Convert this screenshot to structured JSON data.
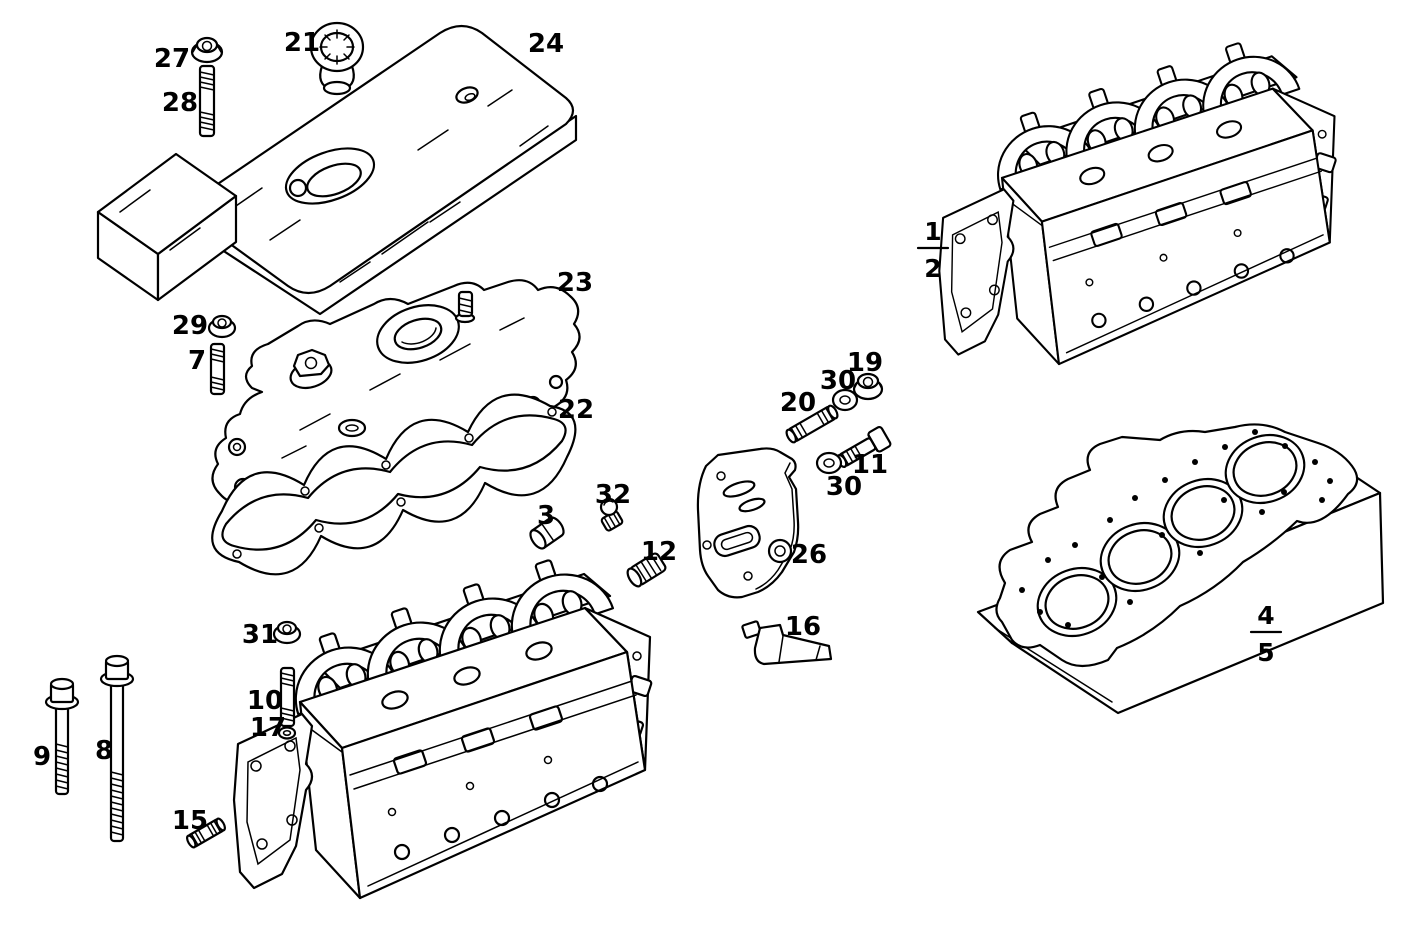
{
  "meta": {
    "background_color": "#ffffff",
    "line_color": "#000000",
    "drawing_style": "black-and-white exploded parts line diagram"
  },
  "callouts": {
    "c27": "27",
    "c28": "28",
    "c21": "21",
    "c24": "24",
    "c23": "23",
    "c29": "29",
    "c7": "7",
    "c22": "22",
    "c3": "3",
    "c32": "32",
    "c12": "12",
    "c19": "19",
    "c30a": "30",
    "c20": "20",
    "c11": "11",
    "c30b": "30",
    "c26": "26",
    "c16": "16",
    "c31": "31",
    "c10": "10",
    "c17": "17",
    "c15": "15",
    "c9": "9",
    "c8": "8",
    "fraction_1_2": {
      "numerator": "1",
      "denominator": "2"
    },
    "fraction_4_5": {
      "numerator": "4",
      "denominator": "5"
    }
  }
}
